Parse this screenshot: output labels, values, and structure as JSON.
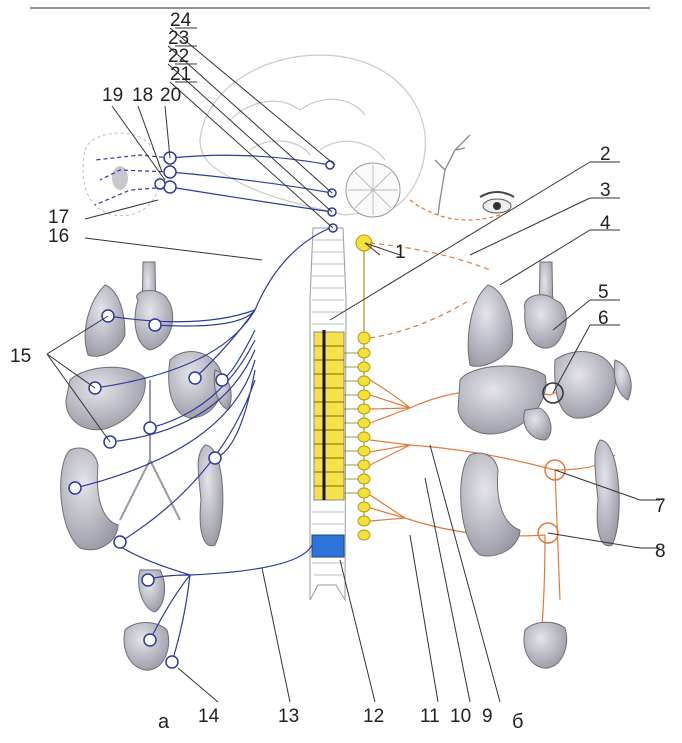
{
  "labels": {
    "n1": "1",
    "n2": "2",
    "n3": "3",
    "n4": "4",
    "n5": "5",
    "n6": "6",
    "n7": "7",
    "n8": "8",
    "n9": "9",
    "n10": "10",
    "n11": "11",
    "n12": "12",
    "n13": "13",
    "n14": "14",
    "n15": "15",
    "n16": "16",
    "n17": "17",
    "n18": "18",
    "n19": "19",
    "n20": "20",
    "n21": "21",
    "n22": "22",
    "n23": "23",
    "n24": "24"
  },
  "panels": {
    "left": "а",
    "right": "б"
  },
  "colors": {
    "parasympathetic": "#2b3a9c",
    "sympathetic": "#e07a3a",
    "ganglion_chain": "#f3e23a",
    "cord_section": "#f5e24a",
    "sacral_section": "#2f74d8",
    "organ_gray": "#a9a9b3",
    "outline": "#6e6e78"
  }
}
